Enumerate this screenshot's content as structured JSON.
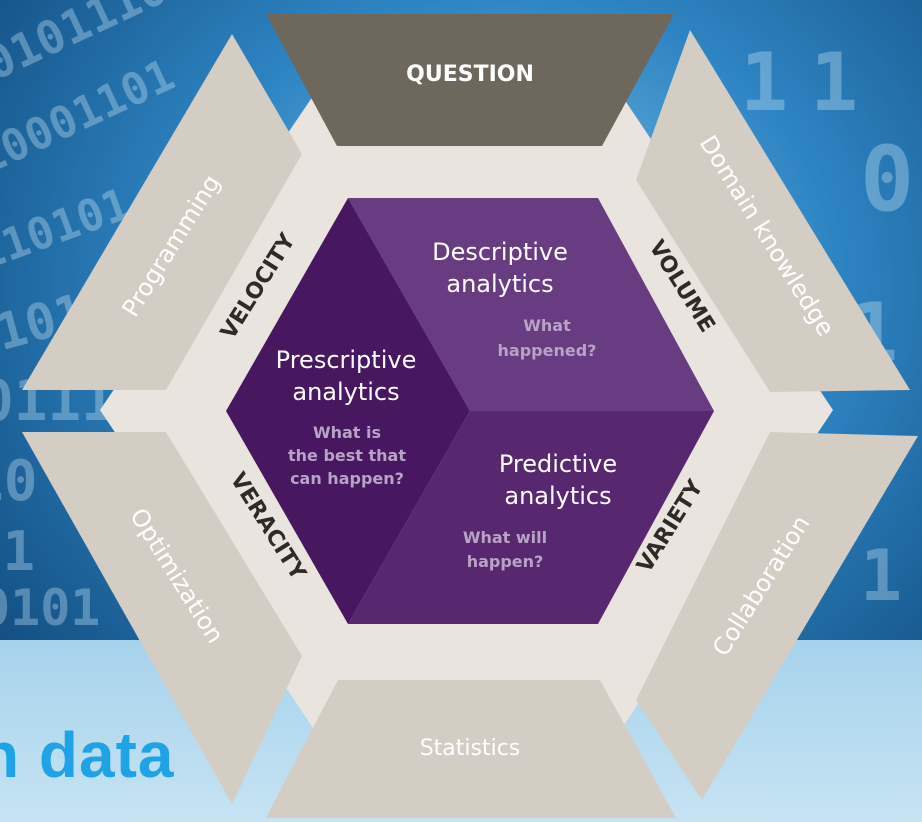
{
  "background_caption": "n data",
  "outer_segments": {
    "top": "QUESTION",
    "upper_right": "Domain knowledge",
    "lower_right": "Collaboration",
    "bottom": "Statistics",
    "lower_left": "Optimization",
    "upper_left": "Programming"
  },
  "vs_labels": {
    "volume": "VOLUME",
    "variety": "VARIETY",
    "veracity": "VERACITY",
    "velocity": "VELOCITY"
  },
  "analytics": {
    "descriptive": {
      "title_line1": "Descriptive",
      "title_line2": "analytics",
      "q_line1": "What",
      "q_line2": "happened?"
    },
    "predictive": {
      "title_line1": "Predictive",
      "title_line2": "analytics",
      "q_line1": "What will",
      "q_line2": "happen?"
    },
    "prescriptive": {
      "title_line1": "Prescriptive",
      "title_line2": "analytics",
      "q_line1": "What is",
      "q_line2": "the best that",
      "q_line3": "can happen?"
    }
  },
  "colors": {
    "background": "#0e4f85",
    "outer_panel": "#d3cdc4",
    "hex_ring": "#e9e5de",
    "question_panel": "#6e675b",
    "descriptive": "#673c80",
    "predictive": "#572870",
    "prescriptive": "#47175f",
    "caption": "#1fa3e6"
  }
}
